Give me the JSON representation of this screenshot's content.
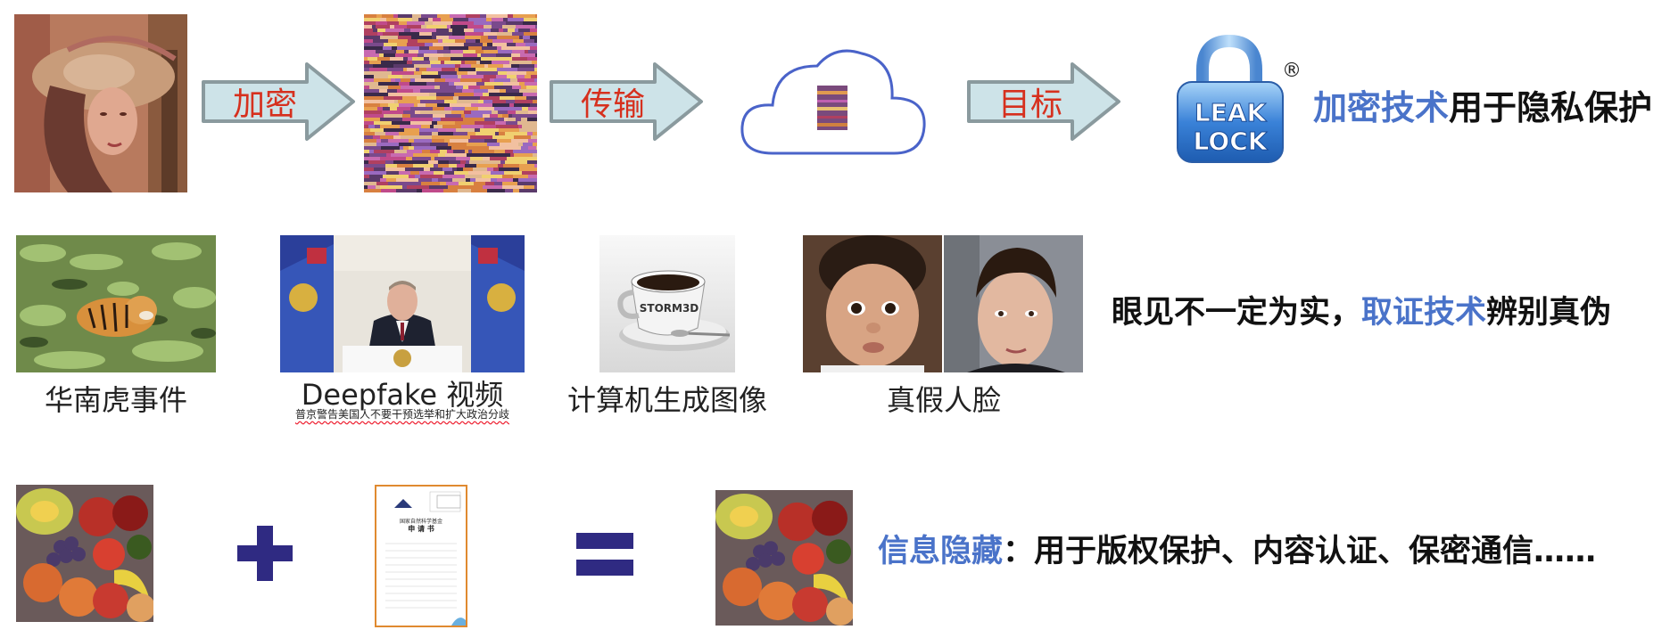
{
  "row1": {
    "arrows": [
      "加密",
      "传输",
      "目标"
    ],
    "logo": {
      "line1": "LEAK",
      "line2": "LOCK",
      "registered": "®"
    },
    "headline": {
      "highlight": "加密技术",
      "rest": "用于隐私保护"
    }
  },
  "row2": {
    "captions": [
      "华南虎事件",
      "Deepfake 视频",
      "计算机生成图像",
      "真假人脸"
    ],
    "deepfake_subtitle": "普京警告美国人不要干预选举和扩大政治分歧",
    "cup_text": "STORM3D",
    "headline": {
      "prefix": "眼见不一定为实，",
      "highlight": "取证技术",
      "rest": "辨别真伪"
    }
  },
  "row3": {
    "operators": {
      "plus": "+",
      "equals": "="
    },
    "document": {
      "title_line1": "国家自然科学基金",
      "title_line2": "申 请 书"
    },
    "headline": {
      "highlight": "信息隐藏",
      "rest": "：用于版权保护、内容认证、保密通信……"
    }
  },
  "colors": {
    "accent_blue": "#4a73c9",
    "arrow_text_red": "#d6301e",
    "operator_navy": "#2f2a82",
    "cloud_blue": "#4a63c9"
  }
}
